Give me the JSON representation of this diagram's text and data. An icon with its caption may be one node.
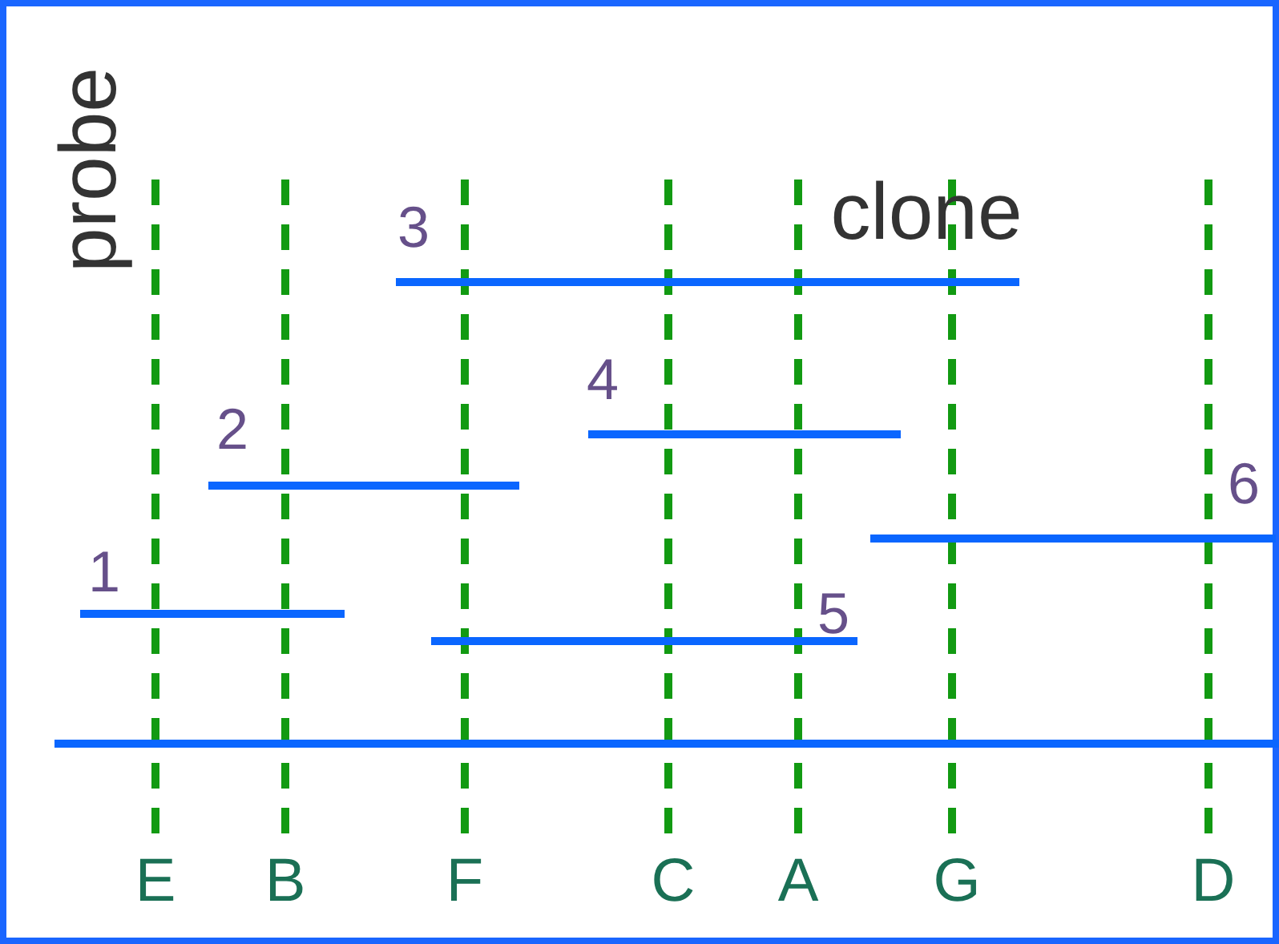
{
  "diagram": {
    "labels": [
      "probe",
      "3",
      "clone",
      "4",
      "2",
      "6",
      "1",
      "5",
      "E",
      "B",
      "F",
      "C",
      "A",
      "G",
      "D"
    ]
  }
}
